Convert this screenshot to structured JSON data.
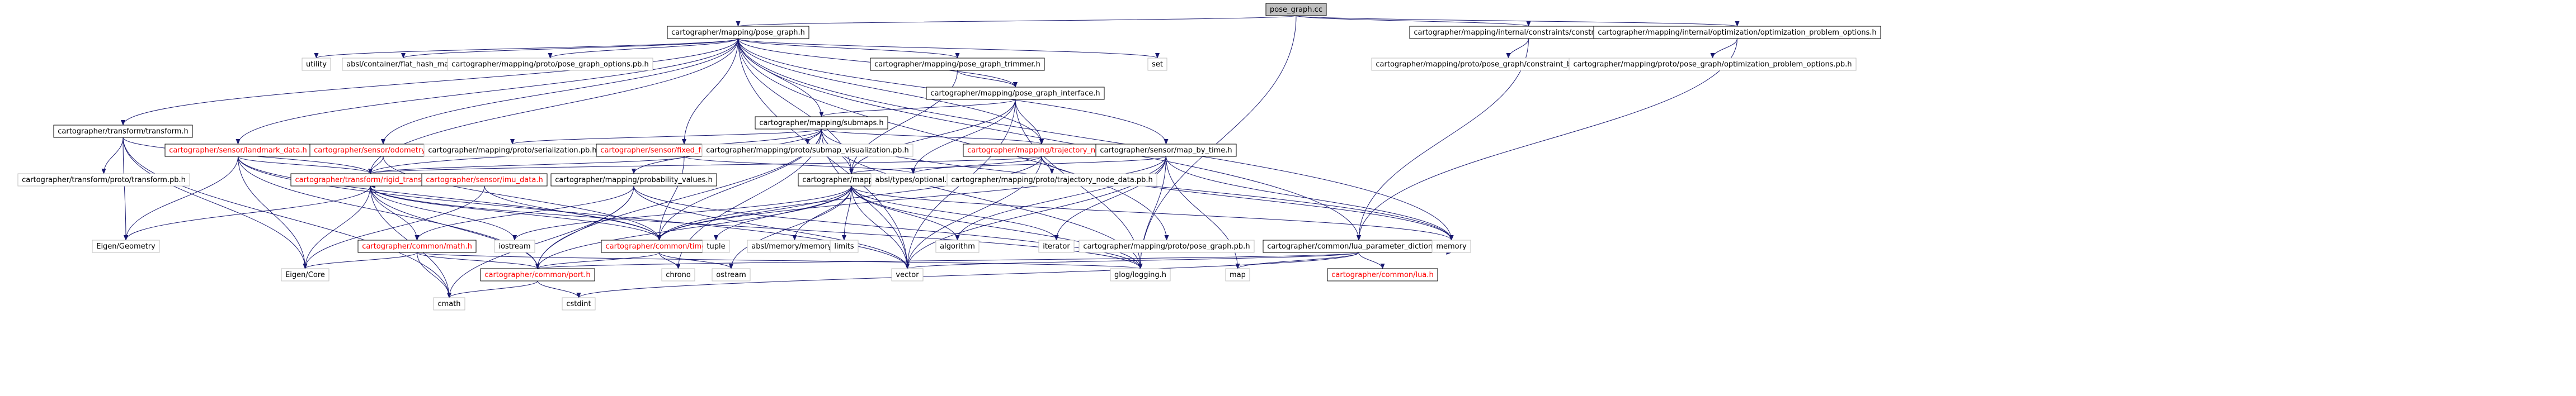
{
  "colors": {
    "root_fill": "#bfbfbf",
    "node_fill": "#ffffff",
    "node_border": "#000000",
    "missing_border": "#bfbfbf",
    "link_text": "#000000",
    "missing_text": "#000000",
    "red_text": "#ff0000",
    "edge": "#191970"
  },
  "nodes": [
    {
      "id": "root",
      "label": "pose_graph.cc",
      "style": "root"
    },
    {
      "id": "pg",
      "label": "cartographer/mapping/pose_graph.h",
      "style": "link"
    },
    {
      "id": "cb",
      "label": "cartographer/mapping/internal/constraints/constraint_builder.h",
      "style": "link"
    },
    {
      "id": "op",
      "label": "cartographer/mapping/internal/optimization/optimization_problem_options.h",
      "style": "link"
    },
    {
      "id": "transform",
      "label": "cartographer/transform/transform.h",
      "style": "link"
    },
    {
      "id": "utility",
      "label": "utility",
      "style": "plain"
    },
    {
      "id": "flat",
      "label": "absl/container/flat_hash_map.h",
      "style": "plain"
    },
    {
      "id": "pgopt",
      "label": "cartographer/mapping/proto/pose_graph_options.pb.h",
      "style": "plain"
    },
    {
      "id": "trimmer",
      "label": "cartographer/mapping/pose_graph_trimmer.h",
      "style": "link"
    },
    {
      "id": "set",
      "label": "set",
      "style": "plain"
    },
    {
      "id": "cbopt",
      "label": "cartographer/mapping/proto/pose_graph/constraint_builder_options.pb.h",
      "style": "plain"
    },
    {
      "id": "opopt",
      "label": "cartographer/mapping/proto/pose_graph/optimization_problem_options.pb.h",
      "style": "plain"
    },
    {
      "id": "pgi",
      "label": "cartographer/mapping/pose_graph_interface.h",
      "style": "link"
    },
    {
      "id": "submaps",
      "label": "cartographer/mapping/submaps.h",
      "style": "link"
    },
    {
      "id": "landmark",
      "label": "cartographer/sensor/landmark_data.h",
      "style": "red"
    },
    {
      "id": "odometry",
      "label": "cartographer/sensor/odometry_data.h",
      "style": "red"
    },
    {
      "id": "serial",
      "label": "cartographer/mapping/proto/serialization.pb.h",
      "style": "plain"
    },
    {
      "id": "fixed",
      "label": "cartographer/sensor/fixed_frame_pose_data.h",
      "style": "red"
    },
    {
      "id": "subviz",
      "label": "cartographer/mapping/proto/submap_visualization.pb.h",
      "style": "plain"
    },
    {
      "id": "trajnode",
      "label": "cartographer/mapping/trajectory_node.h",
      "style": "red"
    },
    {
      "id": "mapbytime",
      "label": "cartographer/sensor/map_by_time.h",
      "style": "link"
    },
    {
      "id": "tfproto",
      "label": "cartographer/transform/proto/transform.pb.h",
      "style": "plain"
    },
    {
      "id": "rigid",
      "label": "cartographer/transform/rigid_transform.h",
      "style": "red"
    },
    {
      "id": "imu",
      "label": "cartographer/sensor/imu_data.h",
      "style": "red"
    },
    {
      "id": "prob",
      "label": "cartographer/mapping/probability_values.h",
      "style": "link"
    },
    {
      "id": "id",
      "label": "cartographer/mapping/id.h",
      "style": "link"
    },
    {
      "id": "optional",
      "label": "absl/types/optional.h",
      "style": "plain"
    },
    {
      "id": "tnproto",
      "label": "cartographer/mapping/proto/trajectory_node_data.pb.h",
      "style": "plain"
    },
    {
      "id": "geometry",
      "label": "Eigen/Geometry",
      "style": "plain"
    },
    {
      "id": "math",
      "label": "cartographer/common/math.h",
      "style": "red"
    },
    {
      "id": "iostream",
      "label": "iostream",
      "style": "plain"
    },
    {
      "id": "time",
      "label": "cartographer/common/time.h",
      "style": "red"
    },
    {
      "id": "tuple",
      "label": "tuple",
      "style": "plain"
    },
    {
      "id": "absl_memory",
      "label": "absl/memory/memory.h",
      "style": "plain"
    },
    {
      "id": "limits",
      "label": "limits",
      "style": "plain"
    },
    {
      "id": "algorithm",
      "label": "algorithm",
      "style": "plain"
    },
    {
      "id": "iterator",
      "label": "iterator",
      "style": "plain"
    },
    {
      "id": "pgproto",
      "label": "cartographer/mapping/proto/pose_graph.pb.h",
      "style": "plain"
    },
    {
      "id": "lua",
      "label": "cartographer/common/lua_parameter_dictionary.h",
      "style": "link"
    },
    {
      "id": "memory",
      "label": "memory",
      "style": "plain"
    },
    {
      "id": "eigencore",
      "label": "Eigen/Core",
      "style": "plain"
    },
    {
      "id": "port",
      "label": "cartographer/common/port.h",
      "style": "red"
    },
    {
      "id": "chrono",
      "label": "chrono",
      "style": "plain"
    },
    {
      "id": "ostream",
      "label": "ostream",
      "style": "plain"
    },
    {
      "id": "vector",
      "label": "vector",
      "style": "plain"
    },
    {
      "id": "glog",
      "label": "glog/logging.h",
      "style": "plain"
    },
    {
      "id": "map",
      "label": "map",
      "style": "plain"
    },
    {
      "id": "commonlua",
      "label": "cartographer/common/lua.h",
      "style": "red"
    },
    {
      "id": "cmath",
      "label": "cmath",
      "style": "plain"
    },
    {
      "id": "cstdint",
      "label": "cstdint",
      "style": "plain"
    }
  ],
  "edges": [
    [
      "root",
      "pg"
    ],
    [
      "root",
      "cb"
    ],
    [
      "root",
      "op"
    ],
    [
      "root",
      "glog"
    ],
    [
      "pg",
      "utility"
    ],
    [
      "pg",
      "flat"
    ],
    [
      "pg",
      "pgopt"
    ],
    [
      "pg",
      "trimmer"
    ],
    [
      "pg",
      "set"
    ],
    [
      "pg",
      "pgi"
    ],
    [
      "pg",
      "submaps"
    ],
    [
      "pg",
      "landmark"
    ],
    [
      "pg",
      "odometry"
    ],
    [
      "pg",
      "fixed"
    ],
    [
      "pg",
      "trajnode"
    ],
    [
      "pg",
      "mapbytime"
    ],
    [
      "pg",
      "id"
    ],
    [
      "pg",
      "lua"
    ],
    [
      "pg",
      "rigid"
    ],
    [
      "pg",
      "transform"
    ],
    [
      "pg",
      "memory"
    ],
    [
      "pg",
      "vector"
    ],
    [
      "pg",
      "pgproto"
    ],
    [
      "cb",
      "cbopt"
    ],
    [
      "cb",
      "lua"
    ],
    [
      "op",
      "opopt"
    ],
    [
      "op",
      "lua"
    ],
    [
      "transform",
      "tfproto"
    ],
    [
      "transform",
      "rigid"
    ],
    [
      "transform",
      "geometry"
    ],
    [
      "transform",
      "eigencore"
    ],
    [
      "transform",
      "cmath"
    ],
    [
      "trimmer",
      "pgi"
    ],
    [
      "trimmer",
      "id"
    ],
    [
      "pgi",
      "submaps"
    ],
    [
      "pgi",
      "trajnode"
    ],
    [
      "pgi",
      "id"
    ],
    [
      "pgi",
      "optional"
    ],
    [
      "pgi",
      "vector"
    ],
    [
      "pgi",
      "glog"
    ],
    [
      "submaps",
      "serial"
    ],
    [
      "submaps",
      "subviz"
    ],
    [
      "submaps",
      "trajnode"
    ],
    [
      "submaps",
      "prob"
    ],
    [
      "submaps",
      "id"
    ],
    [
      "submaps",
      "rigid"
    ],
    [
      "submaps",
      "port"
    ],
    [
      "submaps",
      "time"
    ],
    [
      "submaps",
      "memory"
    ],
    [
      "submaps",
      "vector"
    ],
    [
      "submaps",
      "glog"
    ],
    [
      "submaps",
      "chrono"
    ],
    [
      "landmark",
      "rigid"
    ],
    [
      "landmark",
      "time"
    ],
    [
      "landmark",
      "geometry"
    ],
    [
      "landmark",
      "eigencore"
    ],
    [
      "landmark",
      "port"
    ],
    [
      "landmark",
      "vector"
    ],
    [
      "odometry",
      "rigid"
    ],
    [
      "odometry",
      "time"
    ],
    [
      "fixed",
      "rigid"
    ],
    [
      "fixed",
      "time"
    ],
    [
      "fixed",
      "optional"
    ],
    [
      "trajnode",
      "rigid"
    ],
    [
      "trajnode",
      "time"
    ],
    [
      "trajnode",
      "optional"
    ],
    [
      "trajnode",
      "tnproto"
    ],
    [
      "trajnode",
      "vector"
    ],
    [
      "trajnode",
      "memory"
    ],
    [
      "mapbytime",
      "id"
    ],
    [
      "mapbytime",
      "time"
    ],
    [
      "mapbytime",
      "algorithm"
    ],
    [
      "mapbytime",
      "iterator"
    ],
    [
      "mapbytime",
      "map"
    ],
    [
      "mapbytime",
      "memory"
    ],
    [
      "mapbytime",
      "vector"
    ],
    [
      "mapbytime",
      "glog"
    ],
    [
      "rigid",
      "math"
    ],
    [
      "rigid",
      "port"
    ],
    [
      "rigid",
      "time"
    ],
    [
      "rigid",
      "iostream"
    ],
    [
      "rigid",
      "geometry"
    ],
    [
      "rigid",
      "eigencore"
    ],
    [
      "rigid",
      "cmath"
    ],
    [
      "rigid",
      "glog"
    ],
    [
      "imu",
      "rigid"
    ],
    [
      "imu",
      "time"
    ],
    [
      "imu",
      "eigencore"
    ],
    [
      "prob",
      "math"
    ],
    [
      "prob",
      "port"
    ],
    [
      "prob",
      "vector"
    ],
    [
      "prob",
      "glog"
    ],
    [
      "prob",
      "cmath"
    ],
    [
      "id",
      "time"
    ],
    [
      "id",
      "tuple"
    ],
    [
      "id",
      "absl_memory"
    ],
    [
      "id",
      "limits"
    ],
    [
      "id",
      "algorithm"
    ],
    [
      "id",
      "iterator"
    ],
    [
      "id",
      "ostream"
    ],
    [
      "id",
      "port"
    ],
    [
      "id",
      "vector"
    ],
    [
      "id",
      "glog"
    ],
    [
      "id",
      "memory"
    ],
    [
      "id",
      "iostream"
    ],
    [
      "math",
      "port"
    ],
    [
      "math",
      "eigencore"
    ],
    [
      "math",
      "cmath"
    ],
    [
      "math",
      "glog"
    ],
    [
      "time",
      "port"
    ],
    [
      "time",
      "chrono"
    ],
    [
      "time",
      "ostream"
    ],
    [
      "lua",
      "commonlua"
    ],
    [
      "lua",
      "map"
    ],
    [
      "lua",
      "memory"
    ],
    [
      "lua",
      "vector"
    ],
    [
      "lua",
      "port"
    ],
    [
      "lua",
      "cstdint"
    ],
    [
      "port",
      "cmath"
    ],
    [
      "port",
      "cstdint"
    ]
  ]
}
